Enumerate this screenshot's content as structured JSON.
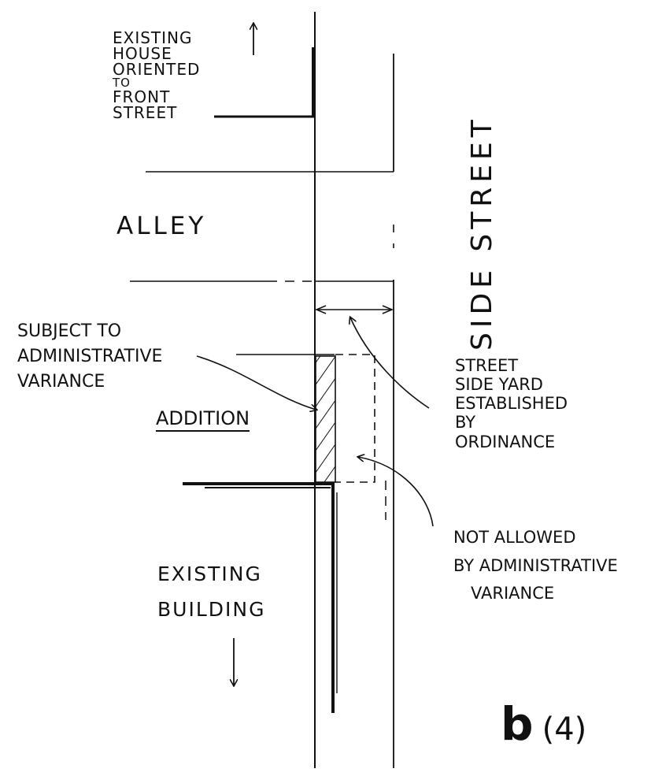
{
  "diagram": {
    "existing_house": [
      "EXISTING",
      "HOUSE",
      "ORIENTED",
      "TO",
      "FRONT",
      "STREET"
    ],
    "alley": "ALLEY",
    "side_street": "SIDE STREET",
    "subject_to_variance": [
      "SUBJECT TO",
      "ADMINISTRATIVE",
      "VARIANCE"
    ],
    "addition": "ADDITION",
    "street_side_yard": [
      "STREET",
      "SIDE YARD",
      "ESTABLISHED",
      "BY",
      "ORDINANCE"
    ],
    "not_allowed": [
      "NOT ALLOWED",
      "BY ADMINISTRATIVE",
      "VARIANCE"
    ],
    "existing_building": [
      "EXISTING",
      "BUILDING"
    ],
    "figure_label": "b",
    "figure_number": "(4)"
  },
  "colors": {
    "ink": "#111111",
    "paper": "#ffffff"
  }
}
